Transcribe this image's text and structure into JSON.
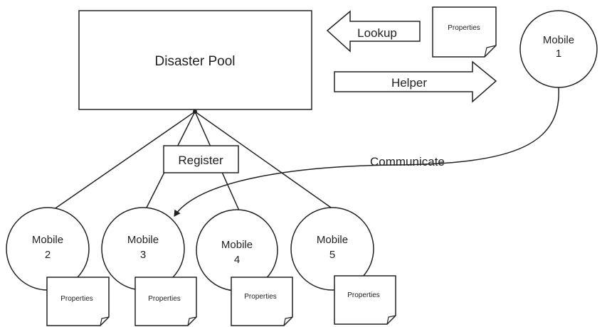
{
  "pool": {
    "label": "Disaster Pool"
  },
  "arrows": {
    "lookup": "Lookup",
    "helper": "Helper"
  },
  "register": {
    "label": "Register"
  },
  "communicate": {
    "label": "Communicate"
  },
  "mobiles": [
    {
      "line1": "Mobile",
      "line2": "1"
    },
    {
      "line1": "Mobile",
      "line2": "2"
    },
    {
      "line1": "Mobile",
      "line2": "3"
    },
    {
      "line1": "Mobile",
      "line2": "4"
    },
    {
      "line1": "Mobile",
      "line2": "5"
    }
  ],
  "properties_label": "Properties"
}
